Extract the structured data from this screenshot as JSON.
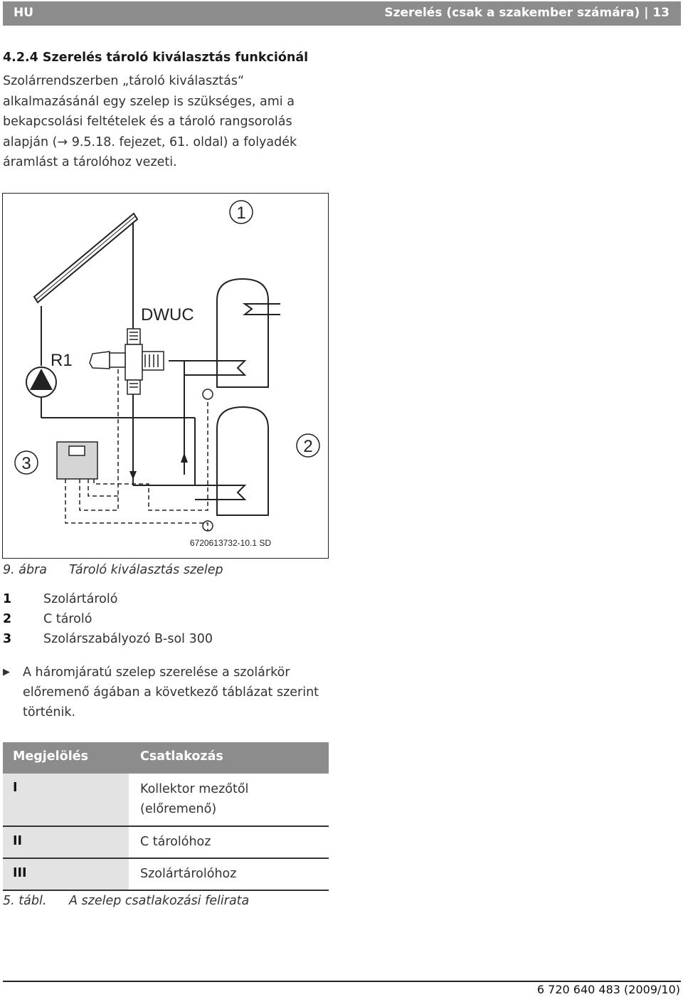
{
  "header": {
    "lang": "HU",
    "title": "Szerelés (csak a szakember számára) | 13"
  },
  "section": {
    "heading": "4.2.4  Szerelés tároló kiválasztás funkciónál"
  },
  "intro": {
    "text": "Szolárrendszerben „tároló kiválasztás“ alkalmazásánál egy szelep is szükséges, ami a bekapcsolási feltételek és a tároló rangsorolás alapján (→ 9.5.18. fejezet, 61. oldal) a folyadék áramlást a tárolóhoz vezeti."
  },
  "figure": {
    "label_dwuc": "DWUC",
    "label_r1": "R1",
    "marker_1": "1",
    "marker_2": "2",
    "marker_3": "3",
    "code": "6720613732-10.1 SD",
    "caption_num": "9. ábra",
    "caption_text": "Tároló kiválasztás szelep"
  },
  "legend": [
    {
      "num": "1",
      "text": "Szolártároló"
    },
    {
      "num": "2",
      "text": "C tároló"
    },
    {
      "num": "3",
      "text": "Szolárszabályozó B-sol 300"
    }
  ],
  "instruction": {
    "bullet": "▶",
    "text": "A háromjáratú szelep szerelése a szolárkör előremenő ágában a következő táblázat szerint történik."
  },
  "table": {
    "headers": [
      "Megjelölés",
      "Csatlakozás"
    ],
    "rows": [
      {
        "mark": "I",
        "conn": "Kollektor mezőtől (előremenő)"
      },
      {
        "mark": "II",
        "conn": "C tárolóhoz"
      },
      {
        "mark": "III",
        "conn": "Szolártárolóhoz"
      }
    ],
    "caption_num": "5. tábl.",
    "caption_text": "A szelep csatlakozási felirata"
  },
  "footer": {
    "docnum": "6 720 640 483 (2009/10)"
  }
}
